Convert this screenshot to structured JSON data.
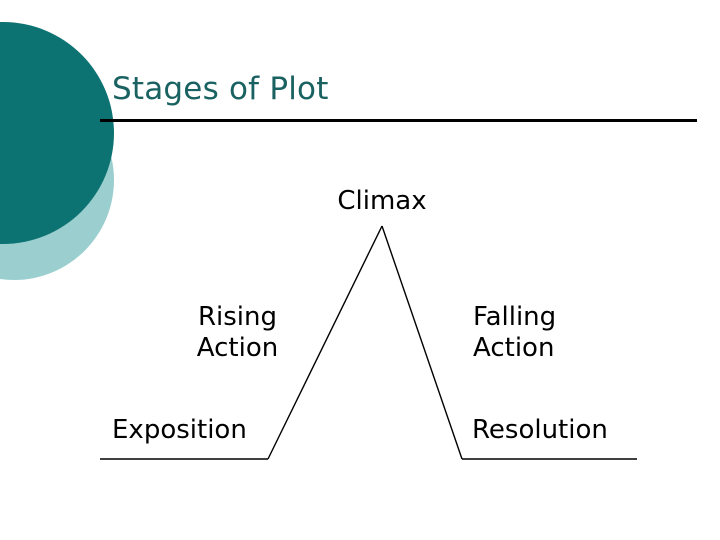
{
  "slide": {
    "title": "Stages of Plot",
    "background_color": "#ffffff",
    "title_color": "#1a6262",
    "rule_color": "#000000"
  },
  "decoration": {
    "dark_circle_color": "#0d7272",
    "light_circle_color": "#9bcfcf",
    "dark_circle_name": "dark-teal-circle",
    "light_circle_name": "light-teal-circle"
  },
  "diagram": {
    "line_color": "#000000",
    "labels": {
      "climax": "Climax",
      "rising_action": "Rising\nAction",
      "falling_action": "Falling\nAction",
      "exposition": "Exposition",
      "resolution": "Resolution"
    }
  },
  "chart_data": {
    "type": "line",
    "title": "Stages of Plot",
    "xlabel": "",
    "ylabel": "",
    "annotations": [
      "Climax",
      "Rising Action",
      "Falling Action",
      "Exposition",
      "Resolution"
    ],
    "x": [
      100,
      268,
      382,
      462,
      637
    ],
    "y": [
      459,
      459,
      226,
      459,
      459
    ],
    "grid": false,
    "legend": "none"
  }
}
